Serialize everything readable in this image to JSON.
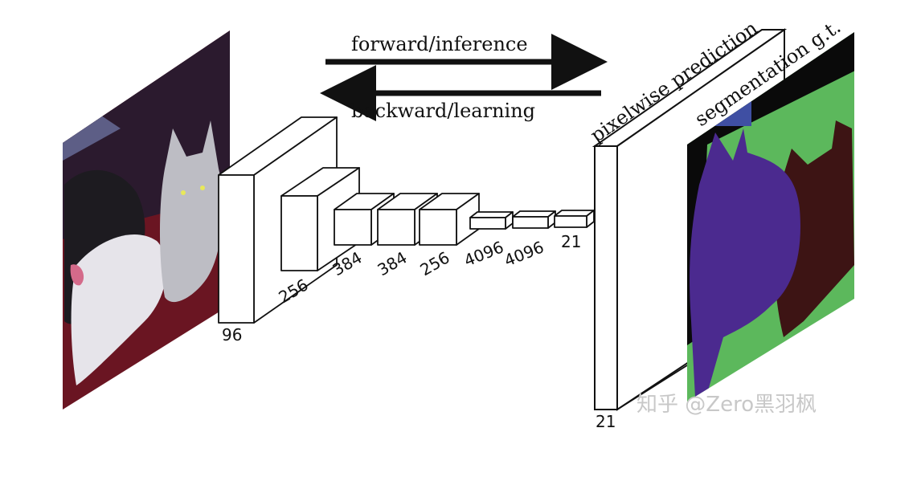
{
  "arrows": {
    "forward_label": "forward/inference",
    "backward_label": "backward/learning"
  },
  "layers": [
    {
      "label": "96"
    },
    {
      "label": "256"
    },
    {
      "label": "384"
    },
    {
      "label": "384"
    },
    {
      "label": "256"
    },
    {
      "label": "4096"
    },
    {
      "label": "4096"
    },
    {
      "label": "21"
    }
  ],
  "prediction": {
    "title": "pixelwise prediction",
    "depth_label": "21"
  },
  "ground_truth": {
    "title": "segmentation g.t."
  },
  "watermark": "知乎 @Zero黑羽枫",
  "colors": {
    "line": "#111111",
    "block_fill": "#ffffff",
    "seg_background": "#5cb85c",
    "seg_dog": "#4b2a8f",
    "seg_cat": "#3d1414",
    "seg_void": "#0a0a0a",
    "seg_top_patch": "#3f4fa3",
    "photo_floor": "#6a1522",
    "photo_wall": "#2b1a2e",
    "photo_dog_dark": "#1d1b20",
    "photo_dog_white": "#e6e4ea",
    "photo_cat": "#bdbdc4",
    "watermark": "#c8c8c8"
  }
}
